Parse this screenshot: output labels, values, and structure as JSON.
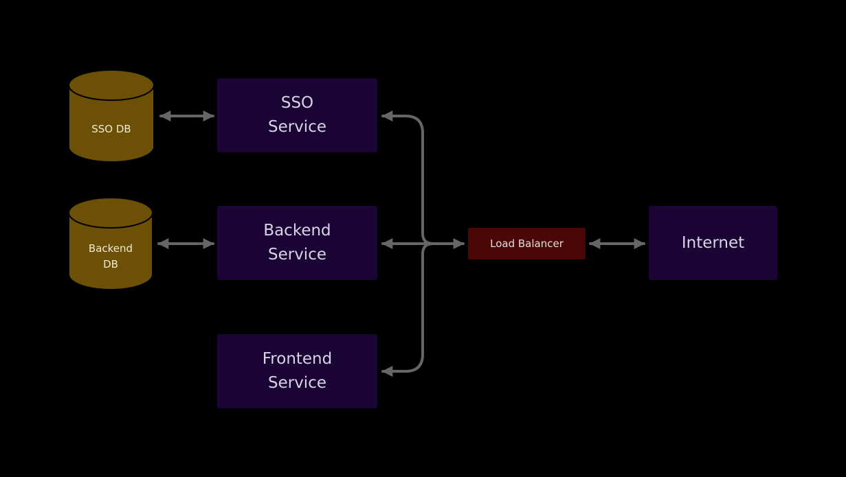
{
  "colors": {
    "background": "#000000",
    "service_fill": "#1b0534",
    "load_balancer_fill": "#4a0705",
    "database_fill": "#6b5006",
    "database_stroke": "#000000",
    "connector": "#666666",
    "text": "#d8d3e6"
  },
  "databases": {
    "sso_db": {
      "line1": "SSO DB",
      "line2": ""
    },
    "backend_db": {
      "line1": "Backend",
      "line2": "DB"
    }
  },
  "services": {
    "sso": {
      "line1": "SSO",
      "line2": "Service"
    },
    "backend": {
      "line1": "Backend",
      "line2": "Service"
    },
    "frontend": {
      "line1": "Frontend",
      "line2": "Service"
    }
  },
  "load_balancer": {
    "label": "Load Balancer"
  },
  "internet": {
    "label": "Internet"
  },
  "connections": [
    {
      "from": "SSO DB",
      "to": "SSO Service",
      "bidirectional": true
    },
    {
      "from": "Backend DB",
      "to": "Backend Service",
      "bidirectional": true
    },
    {
      "from": "Load Balancer",
      "to": "SSO Service",
      "bidirectional": true
    },
    {
      "from": "Load Balancer",
      "to": "Backend Service",
      "bidirectional": true
    },
    {
      "from": "Load Balancer",
      "to": "Frontend Service",
      "bidirectional": true
    },
    {
      "from": "Internet",
      "to": "Load Balancer",
      "bidirectional": true
    }
  ]
}
